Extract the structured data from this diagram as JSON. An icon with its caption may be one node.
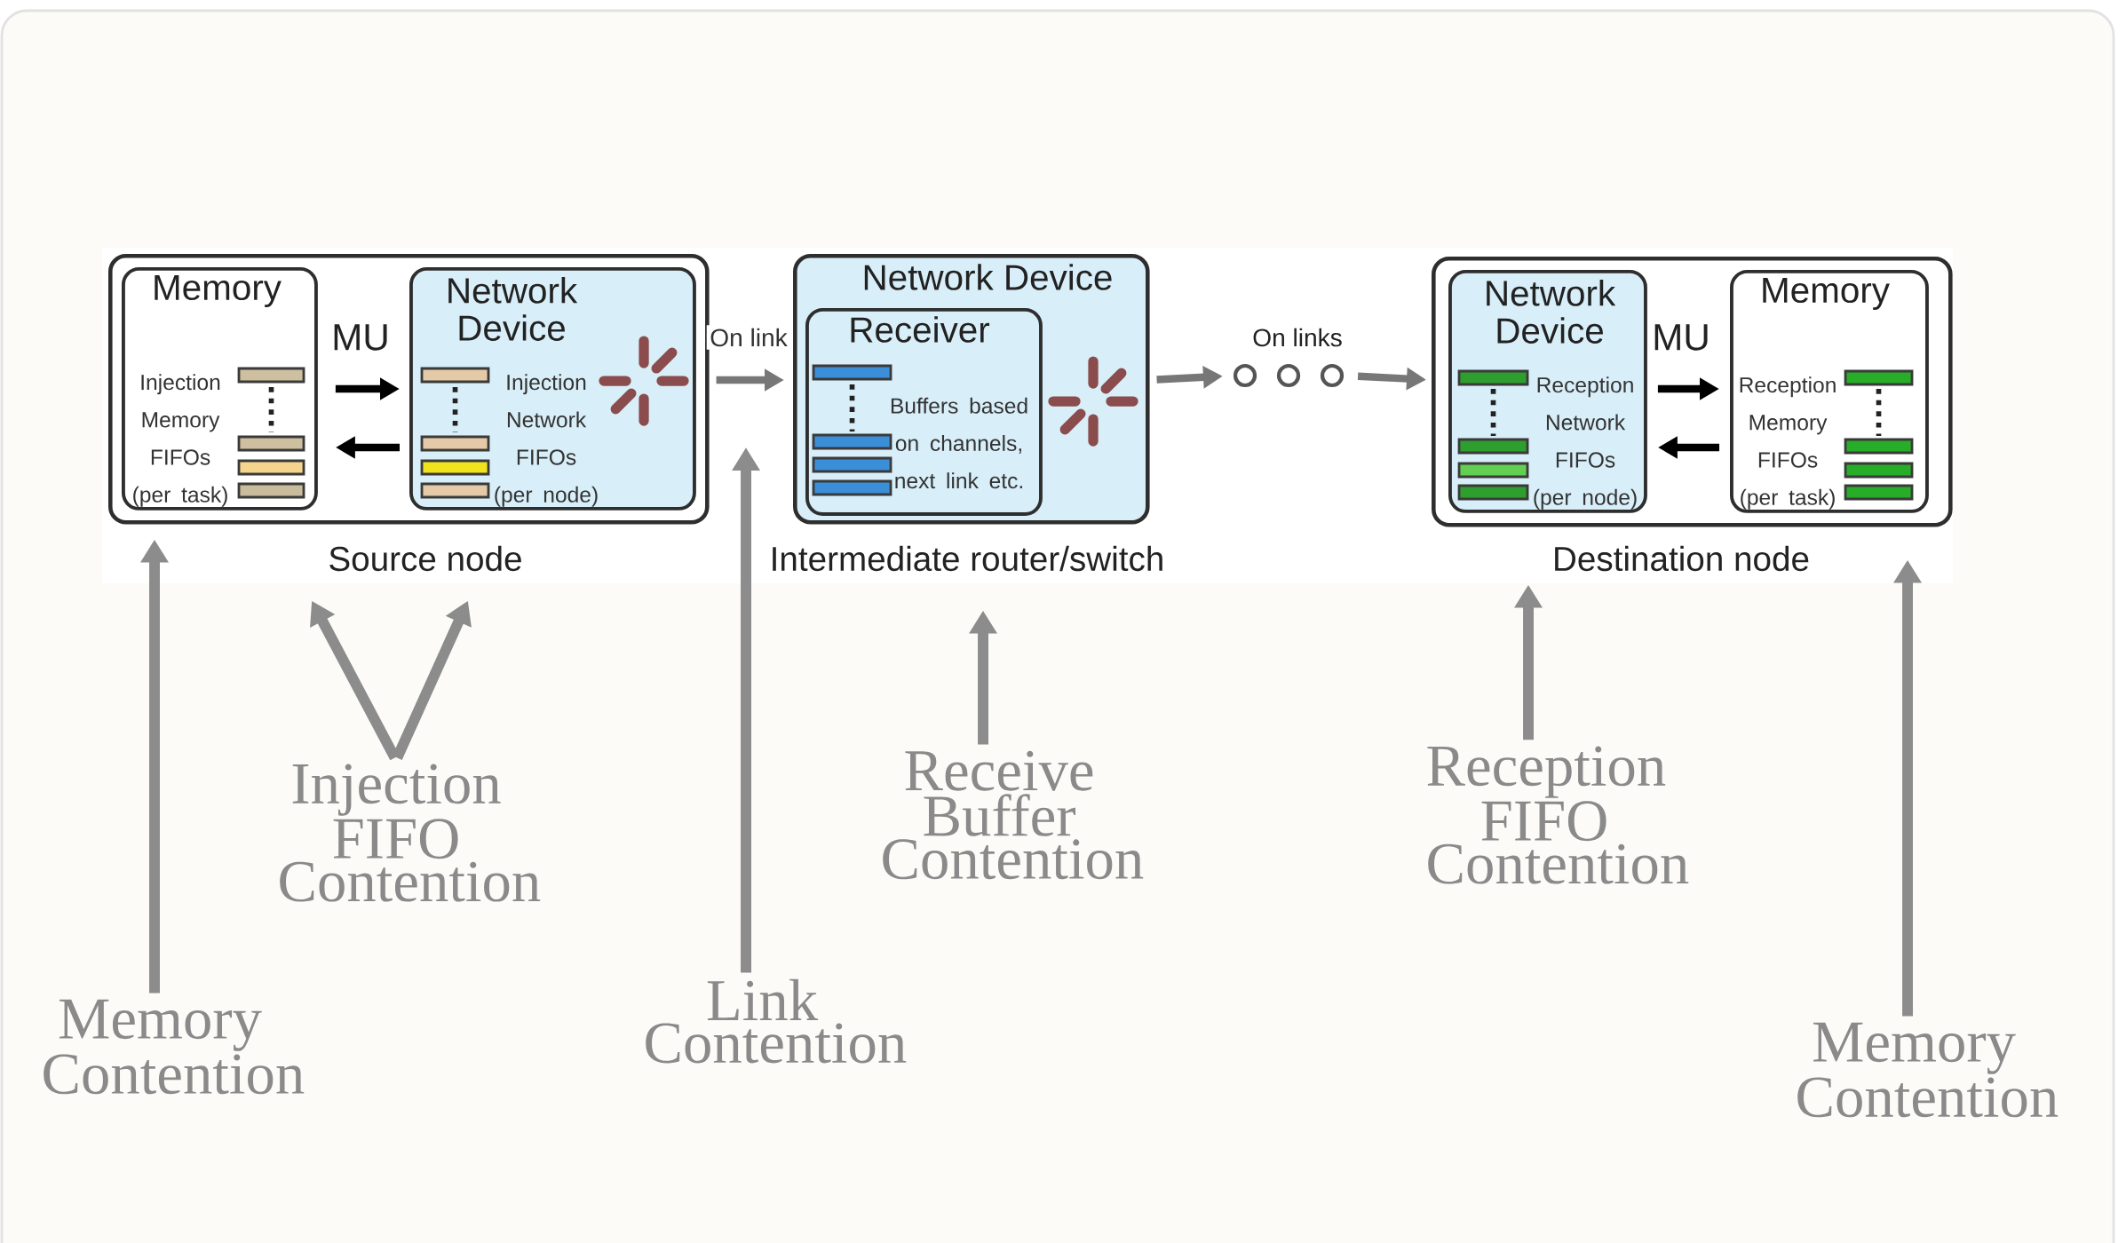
{
  "diagram": {
    "nodes": [
      {
        "text": [
          "Source node"
        ]
      },
      {
        "text": [
          "Memory",
          "Injection Memory FIFOs (per task)"
        ],
        "in": 0
      },
      {
        "text": [
          "Network Device",
          "Injection Network FIFOs (per node)"
        ],
        "in": 0
      },
      {
        "text": [
          "Network Device"
        ],
        "beside": [
          "Intermediate router/switch"
        ]
      },
      {
        "text": [
          "Receiver",
          "Buffers based on channels, next link etc."
        ],
        "in": 3
      },
      {
        "text": [
          "Destination node"
        ]
      },
      {
        "text": [
          "Network Device",
          "Reception Network FIFOs (per node)"
        ],
        "in": 5
      },
      {
        "text": [
          "Memory",
          "Reception Memory FIFOs (per task)"
        ],
        "in": 5
      },
      {
        "text": [],
        "shape": "circle"
      },
      {
        "text": [],
        "shape": "circle"
      },
      {
        "text": [],
        "shape": "circle"
      },
      {
        "text": [
          "Memory Contention"
        ]
      },
      {
        "text": [
          "Injection FIFO Contention"
        ]
      },
      {
        "text": [
          "Link Contention"
        ]
      },
      {
        "text": [
          "Receive Buffer Contention"
        ]
      },
      {
        "text": [
          "Reception FIFO Contention"
        ]
      },
      {
        "text": [
          "Memory Contention"
        ]
      }
    ],
    "edges": [
      {
        "from": 1,
        "to": 2,
        "arrow": "to",
        "color": "#000000"
      },
      {
        "from": 2,
        "to": 1,
        "arrow": "to",
        "color": "#000000"
      },
      {
        "from": 0,
        "to": 3,
        "arrow": "to",
        "label": "On link",
        "color": "#777777"
      },
      {
        "from": 3,
        "to": 8,
        "arrow": "to",
        "color": "#777777"
      },
      {
        "from": 10,
        "to": 5,
        "arrow": "to",
        "color": "#777777"
      },
      {
        "from": 6,
        "to": 7,
        "arrow": "to",
        "color": "#000000"
      },
      {
        "from": 7,
        "to": 6,
        "arrow": "to",
        "color": "#000000"
      },
      {
        "from": 11,
        "to": 0,
        "arrow": "to"
      },
      {
        "from": 12,
        "to": 0,
        "arrow": "to"
      },
      {
        "from": 12,
        "to": 0,
        "arrow": "to"
      },
      {
        "from": 13,
        "to": null,
        "arrow": "to"
      },
      {
        "from": 14,
        "to": 3,
        "arrow": "to"
      },
      {
        "from": 15,
        "to": 5,
        "arrow": "to"
      },
      {
        "from": 16,
        "to": 5,
        "arrow": "to"
      }
    ],
    "labels": [
      "MU",
      "MU",
      "On links"
    ]
  }
}
